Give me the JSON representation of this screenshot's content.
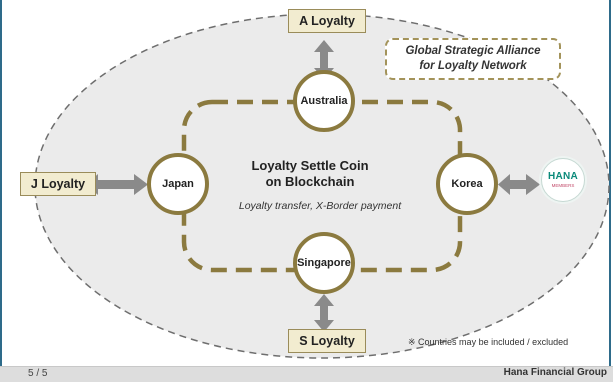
{
  "alliance": {
    "line1": "Global Strategic Alliance",
    "line2": "for Loyalty Network"
  },
  "center": {
    "title_line1": "Loyalty Settle Coin",
    "title_line2": "on Blockchain",
    "subtitle": "Loyalty transfer, X-Border payment"
  },
  "nodes": {
    "australia": "Australia",
    "japan": "Japan",
    "korea": "Korea",
    "singapore": "Singapore"
  },
  "programs": {
    "a": "A Loyalty",
    "j": "J Loyalty",
    "s": "S Loyalty"
  },
  "hana_badge": {
    "main": "HANA",
    "sub": "MEMBERS"
  },
  "note": "※ Countries may be included / excluded",
  "footer": {
    "page": "5 / 5",
    "brand": "Hana Financial Group"
  },
  "colors": {
    "frame": "#2e6b8a",
    "ellipse_fill": "#ebebeb",
    "dashed_path": "#8b7a3f",
    "arrow": "#8a8a8a",
    "box_fill": "#f2ecd0",
    "hana_green": "#0a8a7a"
  }
}
